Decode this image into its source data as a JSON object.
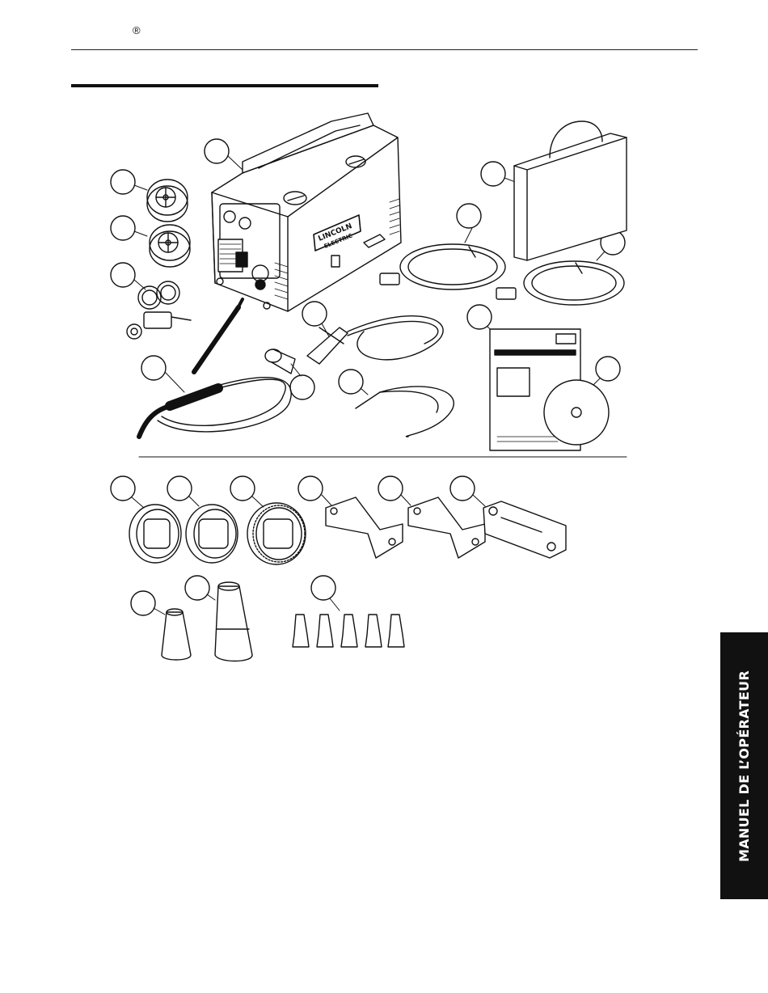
{
  "header": {
    "registered_mark": "®"
  },
  "side_tab": {
    "label": "MANUEL DE L’OPÉRATEUR"
  },
  "figure": {
    "brand_text": [
      "LINCOLN",
      "ELECTRIC"
    ]
  }
}
